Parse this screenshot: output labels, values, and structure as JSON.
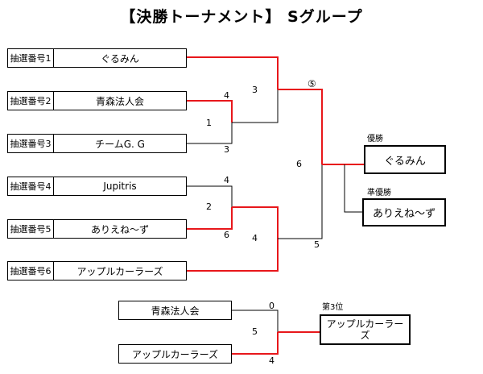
{
  "title": "【決勝トーナメント】 Sグループ",
  "entries": [
    {
      "seed": "抽選番号1",
      "team": "ぐるみん"
    },
    {
      "seed": "抽選番号2",
      "team": "青森法人会"
    },
    {
      "seed": "抽選番号3",
      "team": "チームG. G"
    },
    {
      "seed": "抽選番号4",
      "team": "Jupitris"
    },
    {
      "seed": "抽選番号5",
      "team": "ありえね～ず"
    },
    {
      "seed": "抽選番号6",
      "team": "アップルカーラーズ"
    }
  ],
  "matches": {
    "m1": {
      "order": "1",
      "top_score": "4",
      "bottom_score": "3"
    },
    "m2": {
      "order": "2",
      "top_score": "4",
      "bottom_score": "6"
    },
    "m3": {
      "order": "3"
    },
    "m4": {
      "order": "4",
      "bottom_score": "5"
    },
    "final": {
      "order": "⑤",
      "bottom_label": "6"
    }
  },
  "results": {
    "champion_label": "優勝",
    "champion": "ぐるみん",
    "runner_up_label": "準優勝",
    "runner_up": "ありえね～ず"
  },
  "third_place": {
    "team_top": "青森法人会",
    "team_bottom": "アップルカーラーズ",
    "score_top": "0",
    "score_bottom": "4",
    "order": "5",
    "label": "第3位",
    "winner": "アップルカーラーズ"
  },
  "colors": {
    "win_line": "#e8171b",
    "line": "#000000"
  }
}
